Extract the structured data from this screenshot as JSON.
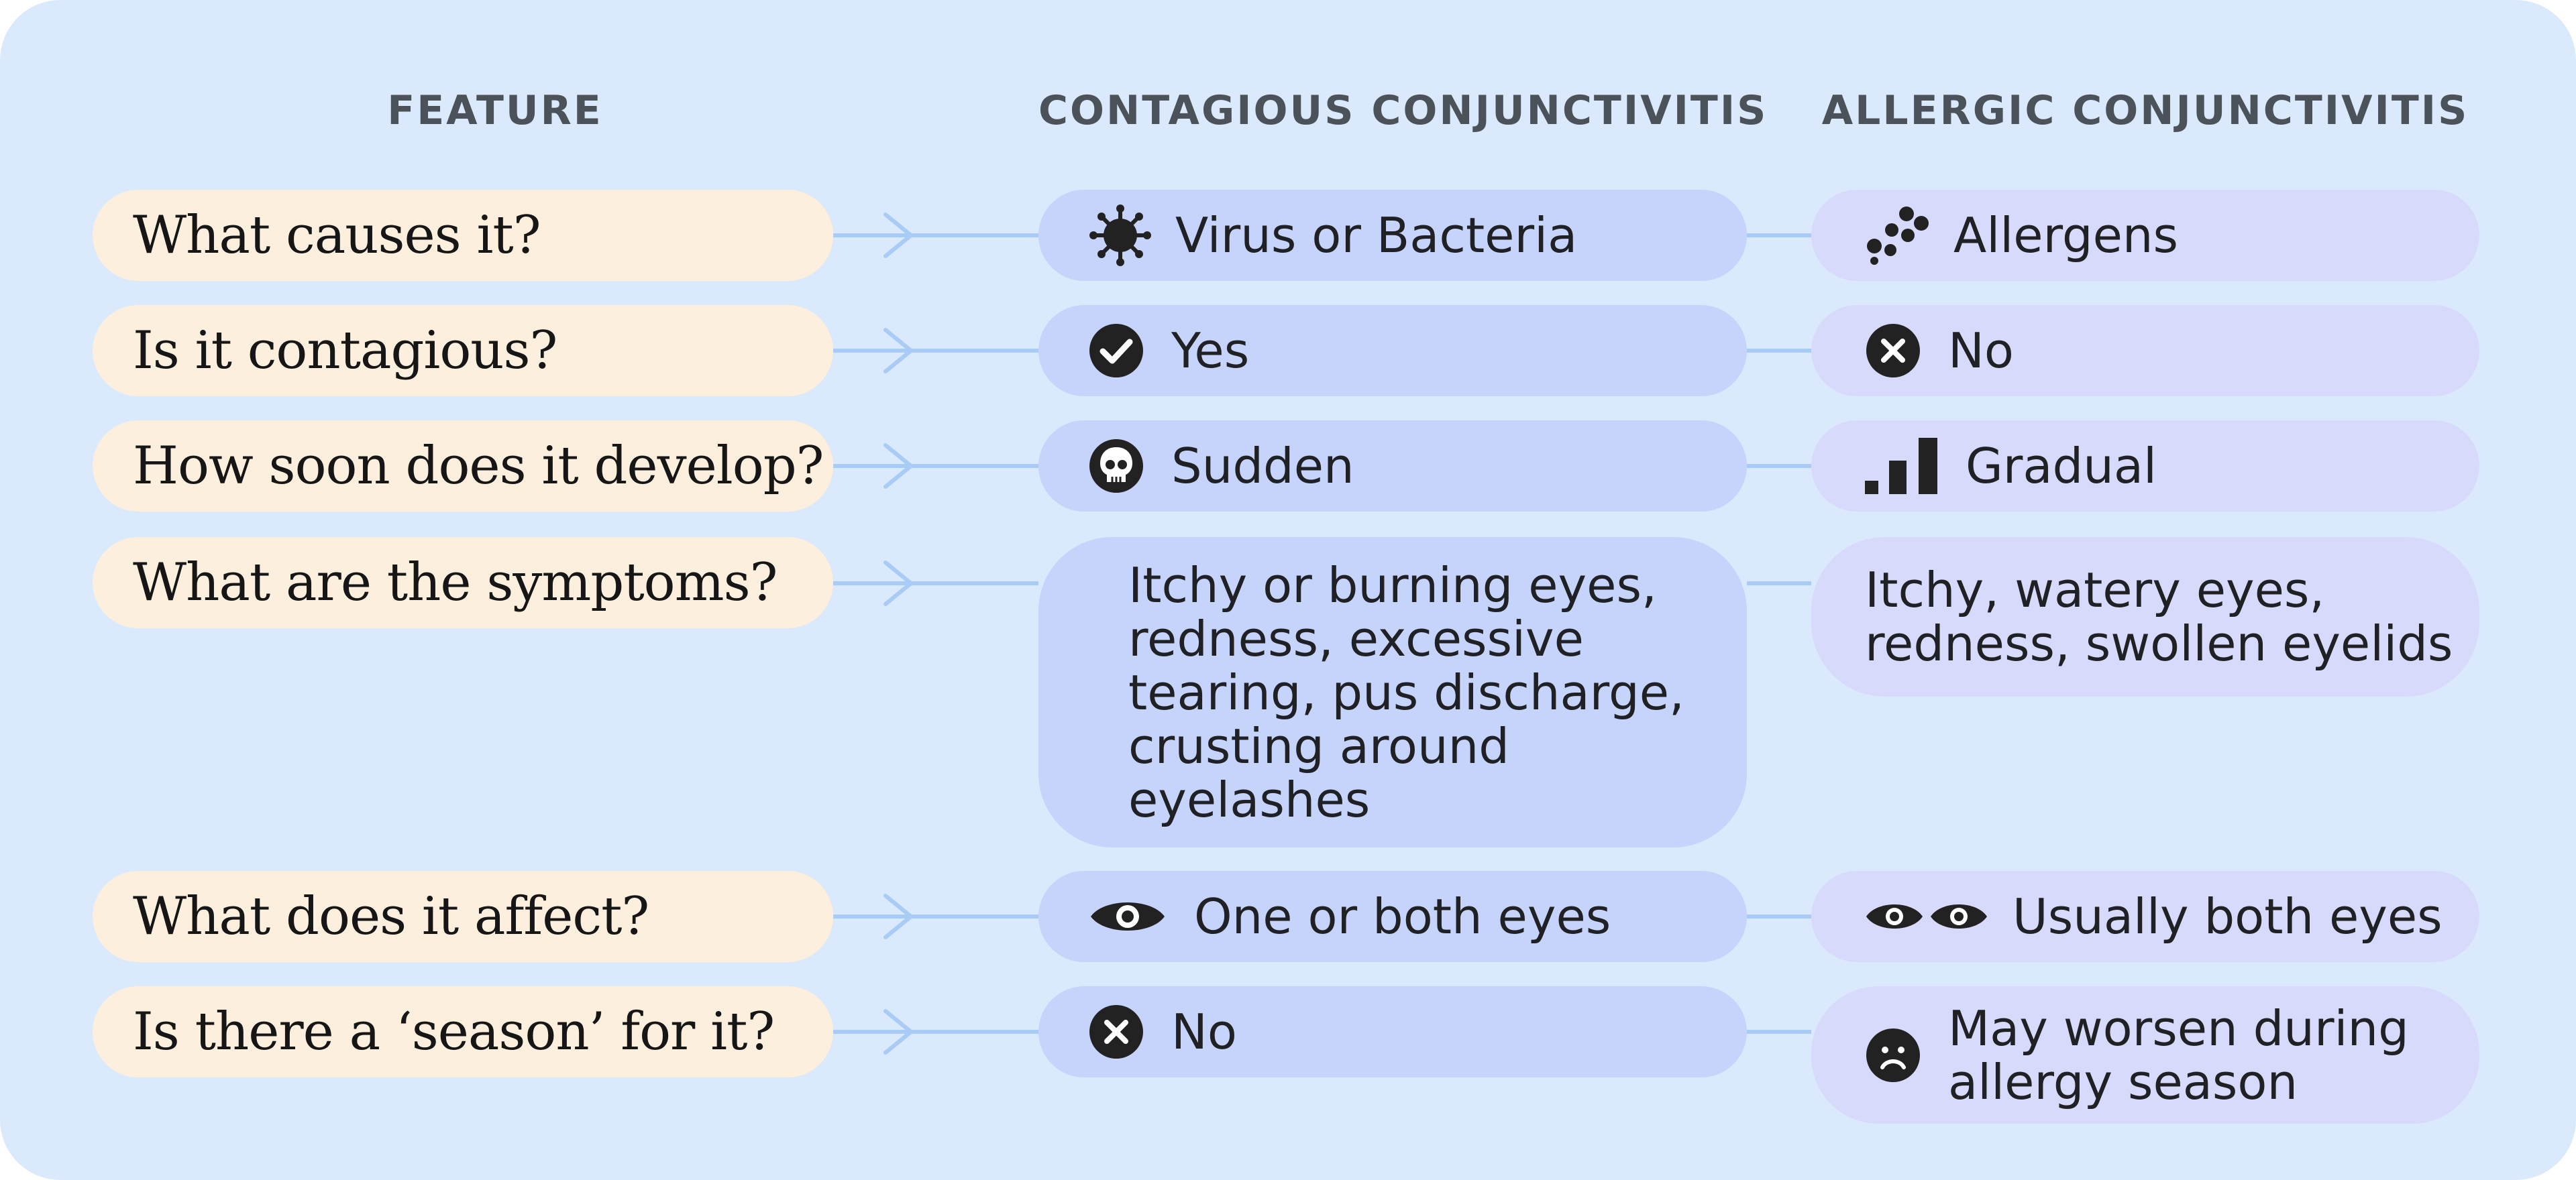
{
  "headers": {
    "feature": "FEATURE",
    "contagious": "CONTAGIOUS CONJUNCTIVITIS",
    "allergic": "ALLERGIC CONJUNCTIVITIS"
  },
  "rows": [
    {
      "feature": "What causes it?",
      "contagious": {
        "text": "Virus or Bacteria",
        "icon": "virus-icon"
      },
      "allergic": {
        "text": "Allergens",
        "icon": "allergen-dots-icon"
      }
    },
    {
      "feature": "Is it contagious?",
      "contagious": {
        "text": "Yes",
        "icon": "check-circle-icon"
      },
      "allergic": {
        "text": "No",
        "icon": "x-circle-icon"
      }
    },
    {
      "feature": "How soon does it develop?",
      "contagious": {
        "text": "Sudden",
        "icon": "skull-icon"
      },
      "allergic": {
        "text": "Gradual",
        "icon": "bar-chart-icon"
      }
    },
    {
      "feature": "What are the symptoms?",
      "contagious": {
        "lines": [
          "Itchy or burning eyes,",
          "redness, excessive",
          "tearing, pus discharge,",
          "crusting around",
          "eyelashes"
        ]
      },
      "allergic": {
        "lines": [
          "Itchy, watery eyes,",
          "redness, swollen eyelids"
        ]
      }
    },
    {
      "feature": "What does it affect?",
      "contagious": {
        "text": "One or both eyes",
        "icon": "eye-icon"
      },
      "allergic": {
        "text": "Usually both eyes",
        "icon": "two-eyes-icon"
      }
    },
    {
      "feature": "Is there a ‘season’ for it?",
      "contagious": {
        "text": "No",
        "icon": "x-circle-icon"
      },
      "allergic": {
        "lines": [
          "May worsen during",
          "allergy season"
        ],
        "icon": "sad-face-icon"
      }
    }
  ],
  "colors": {
    "background": "#dbe9fc",
    "feature_pill": "#fdefdd",
    "contagious_pill": "#c6d3fb",
    "allergic_pill": "#d8dafc",
    "connector": "#a8ccf6",
    "text": "#1f2124",
    "header_text": "#4b5259"
  }
}
